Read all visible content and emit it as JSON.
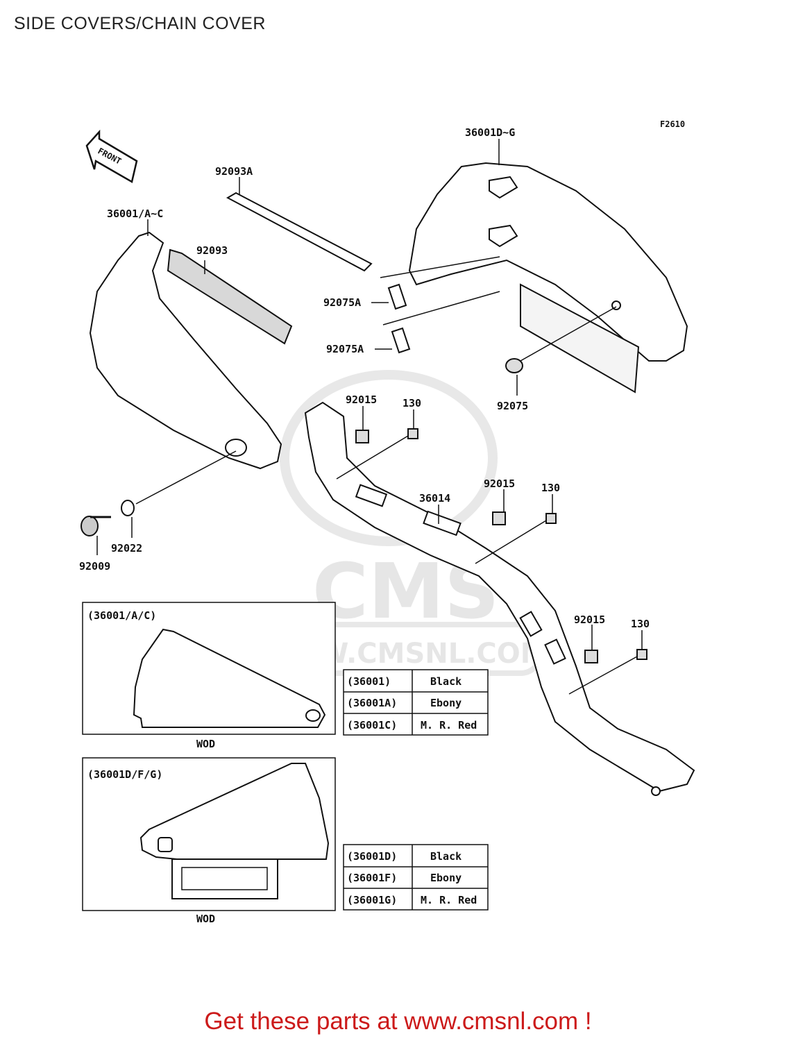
{
  "title": "SIDE COVERS/CHAIN COVER",
  "figure_code": "F2610",
  "front_label": "FRONT",
  "watermark": {
    "logo": "CMS",
    "url": "WWW.CMSNL.COM"
  },
  "parts": {
    "chain_cover": "36001D~G",
    "side_cover": "36001/A~C",
    "pad_upper": "92093A",
    "pad_lower": "92093",
    "clip_a_1": "92075A",
    "clip_a_2": "92075A",
    "grommet": "92075",
    "nut_1": "92015",
    "nut_2": "92015",
    "nut_3": "92015",
    "bolt_1": "130",
    "bolt_2": "130",
    "bolt_3": "130",
    "bracket": "36014",
    "washer": "92022",
    "screw": "92009"
  },
  "inset_a": {
    "label": "(36001/A/C)",
    "note": "WOD",
    "rows": [
      {
        "code": "(36001)",
        "color": "Black"
      },
      {
        "code": "(36001A)",
        "color": "Ebony"
      },
      {
        "code": "(36001C)",
        "color": "M. R. Red"
      }
    ]
  },
  "inset_b": {
    "label": "(36001D/F/G)",
    "note": "WOD",
    "rows": [
      {
        "code": "(36001D)",
        "color": "Black"
      },
      {
        "code": "(36001F)",
        "color": "Ebony"
      },
      {
        "code": "(36001G)",
        "color": "M. R. Red"
      }
    ]
  },
  "footer": "Get these parts at www.cmsnl.com !"
}
